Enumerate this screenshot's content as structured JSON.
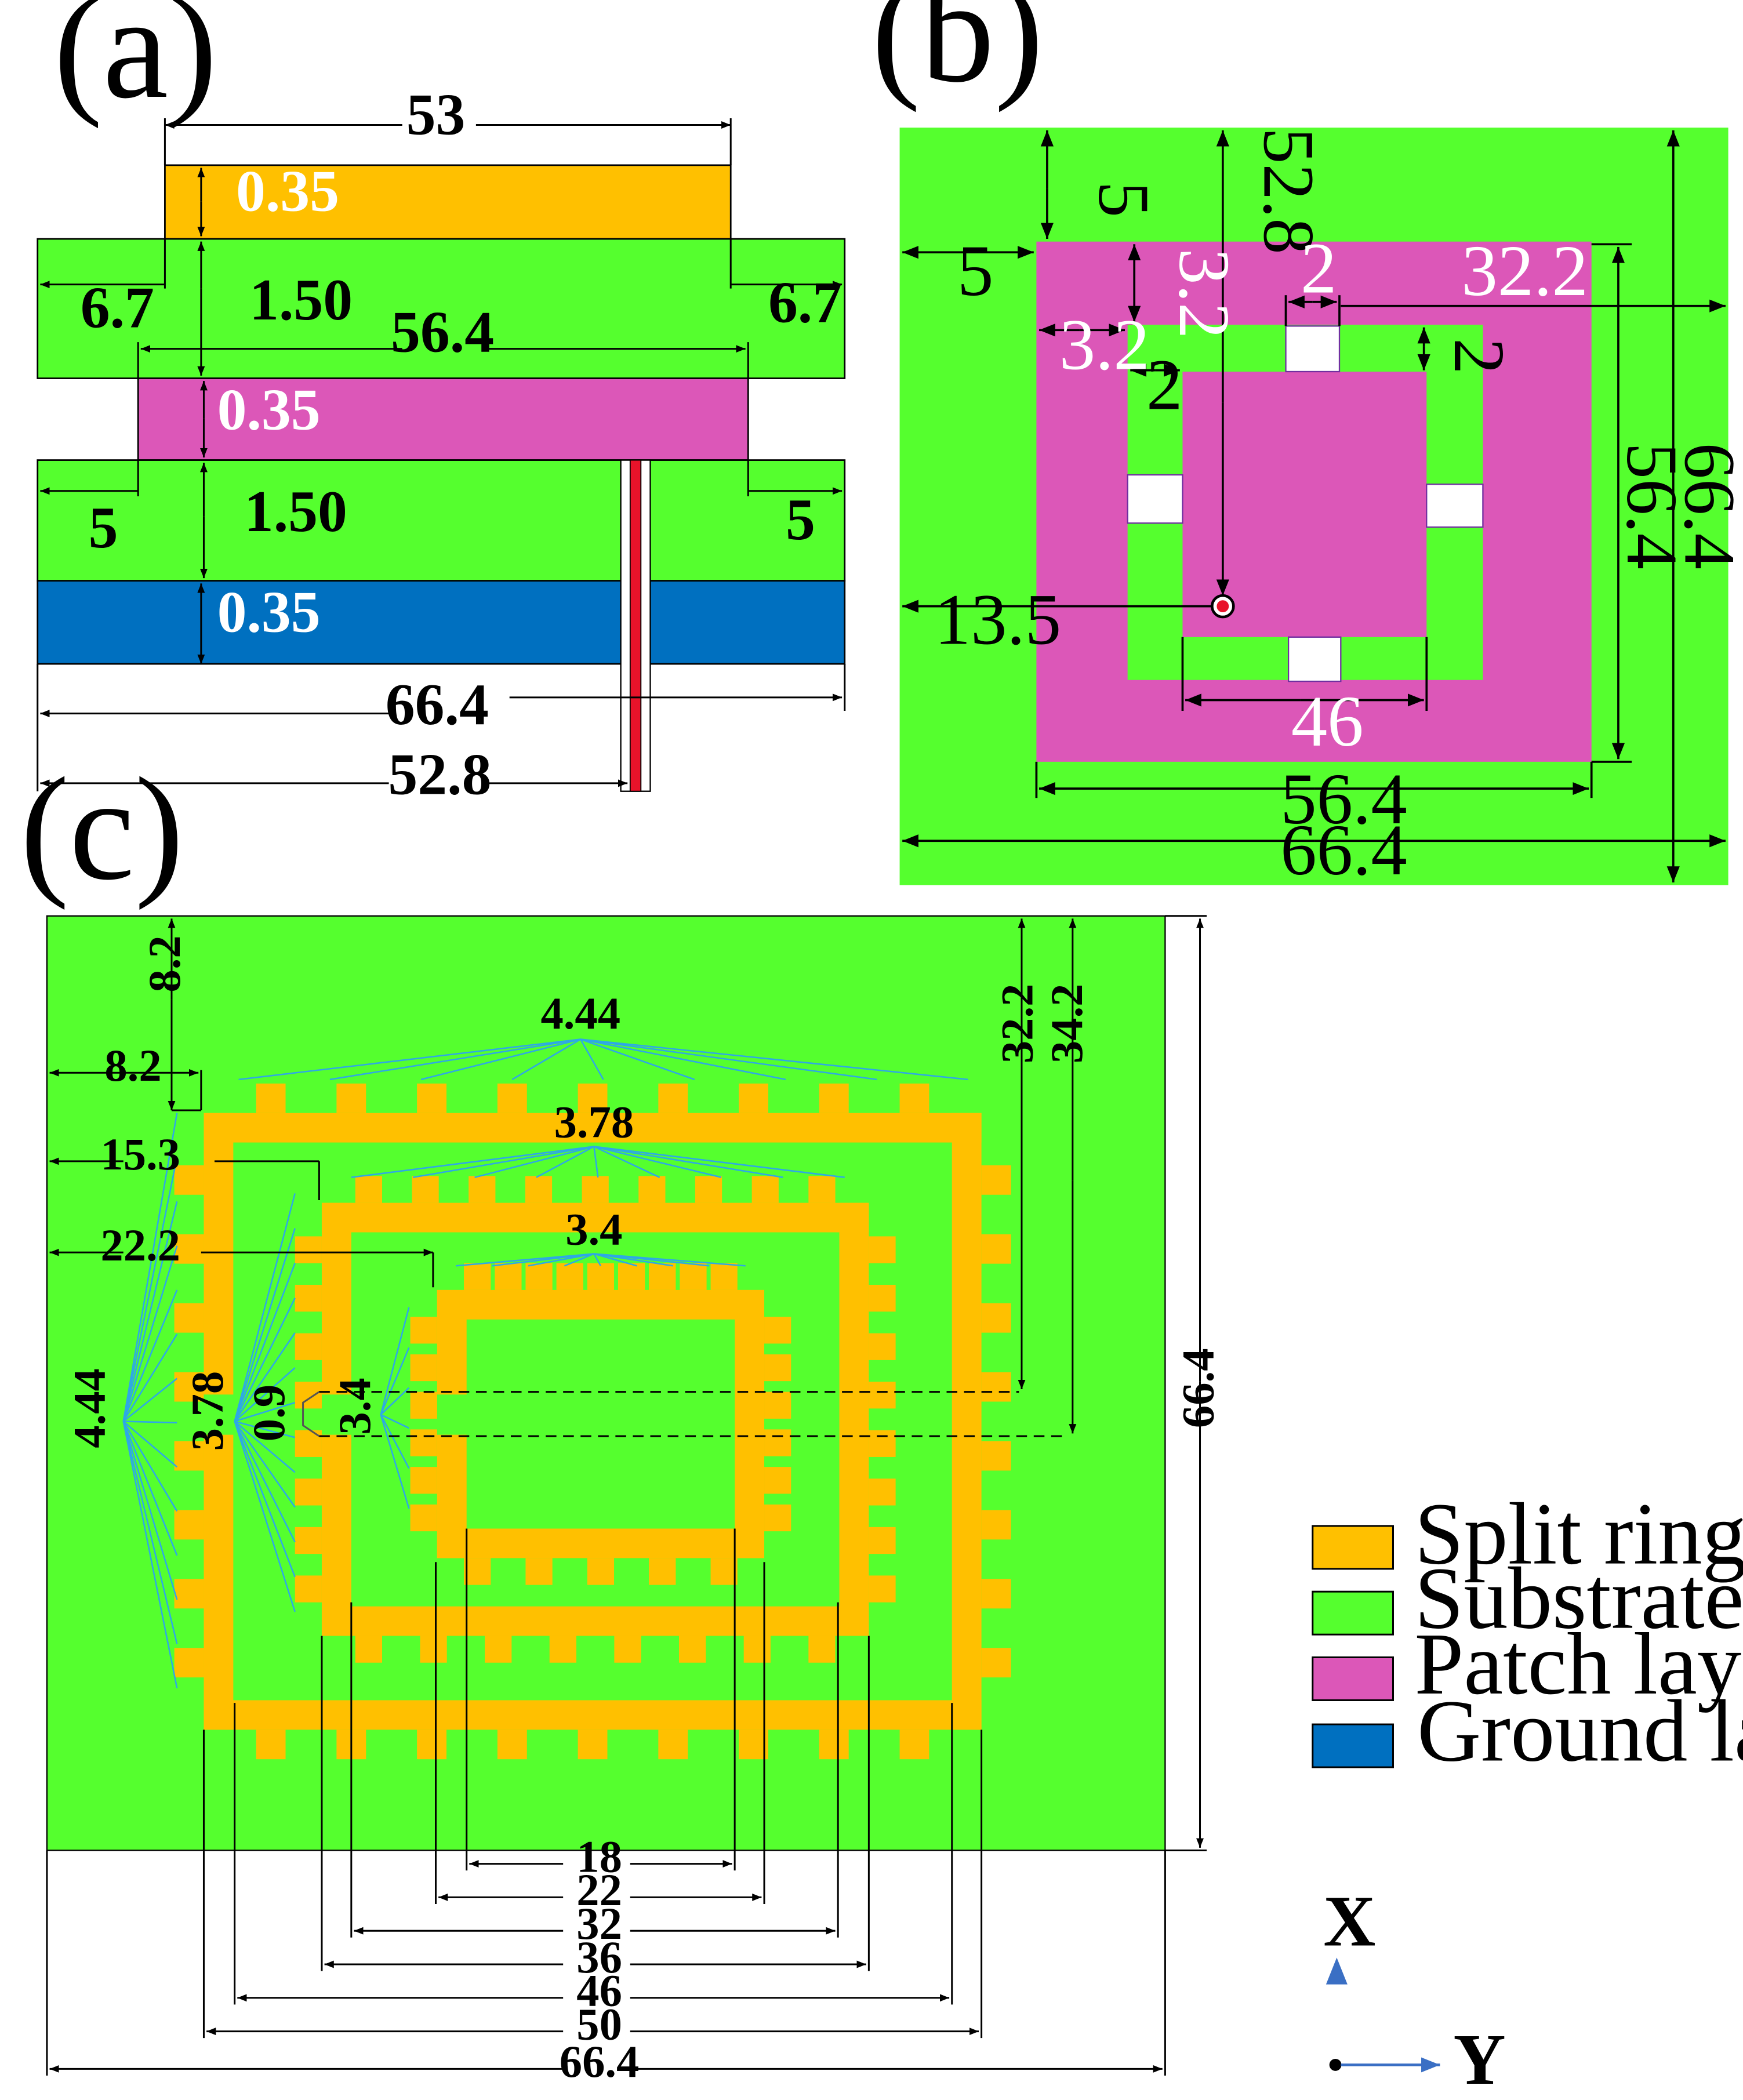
{
  "panels": {
    "a": "(a)",
    "b": "(b)",
    "c": "(c)"
  },
  "colors": {
    "srr": "#FFC000",
    "substrate": "#55FF2E",
    "patch": "#DC57B8",
    "ground": "#0070C0",
    "feed": "#E8132A",
    "outline": "#000000",
    "leader": "#2EA8E6",
    "slot": "#FFFFFF"
  },
  "panel_a": {
    "top_width": "53",
    "srr_thickness": "0.35",
    "substrate_thickness_1": "1.50",
    "substrate_thickness_2": "1.50",
    "patch_thickness": "0.35",
    "ground_thickness": "0.35",
    "offset_top_left": "6.7",
    "offset_top_right": "6.7",
    "patch_width": "56.4",
    "offset_bottom_left": "5",
    "offset_bottom_right": "5",
    "total_width": "66.4",
    "feed_position": "52.8"
  },
  "panel_b": {
    "margin_top": "5",
    "feed_x": "52.8",
    "margin_left": "5",
    "ring_width_v": "3.2",
    "ring_width_h": "3.2",
    "slot_width": "2",
    "slot_offset": "32.2",
    "gap_right": "2",
    "gap_left": "2",
    "patch_side": "56.4",
    "substrate_side": "66.4",
    "feed_y": "13.5",
    "inner_patch": "46",
    "bottom_patch": "56.4",
    "bottom_total": "66.4"
  },
  "panel_c": {
    "margin_v": "8.2",
    "margin_h": "8.2",
    "offset_ring2": "15.3",
    "offset_ring3": "22.2",
    "stub_outer": "4.44",
    "stub_middle": "3.78",
    "stub_inner": "3.4",
    "side_outer": "4.44",
    "side_middle": "3.78",
    "side_inner": "3.4",
    "gap": "0.9",
    "split_1": "32.2",
    "split_2": "34.2",
    "height_total": "66.4",
    "w18": "18",
    "w22": "22",
    "w32": "32",
    "w36": "36",
    "w46": "46",
    "w50": "50",
    "w66": "66.4"
  },
  "legend": {
    "items": [
      {
        "label": "Split ring resonator",
        "color": "#FFC000"
      },
      {
        "label": "Substrate layer",
        "color": "#55FF2E"
      },
      {
        "label": "Patch layer",
        "color": "#DC57B8"
      },
      {
        "label": "Ground layer",
        "color": "#0070C0"
      }
    ]
  },
  "axes": {
    "x": "X",
    "y": "Y"
  }
}
